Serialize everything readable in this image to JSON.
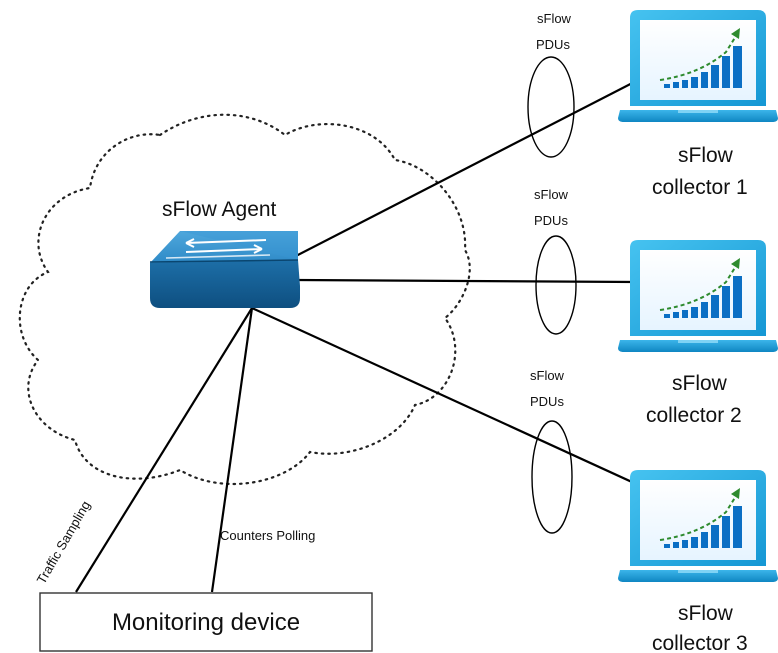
{
  "agent": {
    "label": "sFlow Agent",
    "icon": "network-switch-icon"
  },
  "collectors": [
    {
      "line1": "sFlow",
      "line2": "collector 1",
      "icon": "laptop-chart-icon"
    },
    {
      "line1": "sFlow",
      "line2": "collector 2",
      "icon": "laptop-chart-icon"
    },
    {
      "line1": "sFlow",
      "line2": "collector 3",
      "icon": "laptop-chart-icon"
    }
  ],
  "pdu_labels": [
    {
      "line1": "sFlow",
      "line2": "PDUs"
    },
    {
      "line1": "sFlow",
      "line2": "PDUs"
    },
    {
      "line1": "sFlow",
      "line2": "PDUs"
    }
  ],
  "links": {
    "traffic_sampling": "Traffic Sampling",
    "counters_polling": "Counters Polling"
  },
  "monitoring_device": {
    "label": "Monitoring device"
  },
  "colors": {
    "switch_blue": "#1f78b4",
    "laptop_frame": "#1aa7e0",
    "chart_bar": "#0b6fc4",
    "trend_arrow": "#2e8b2e"
  }
}
